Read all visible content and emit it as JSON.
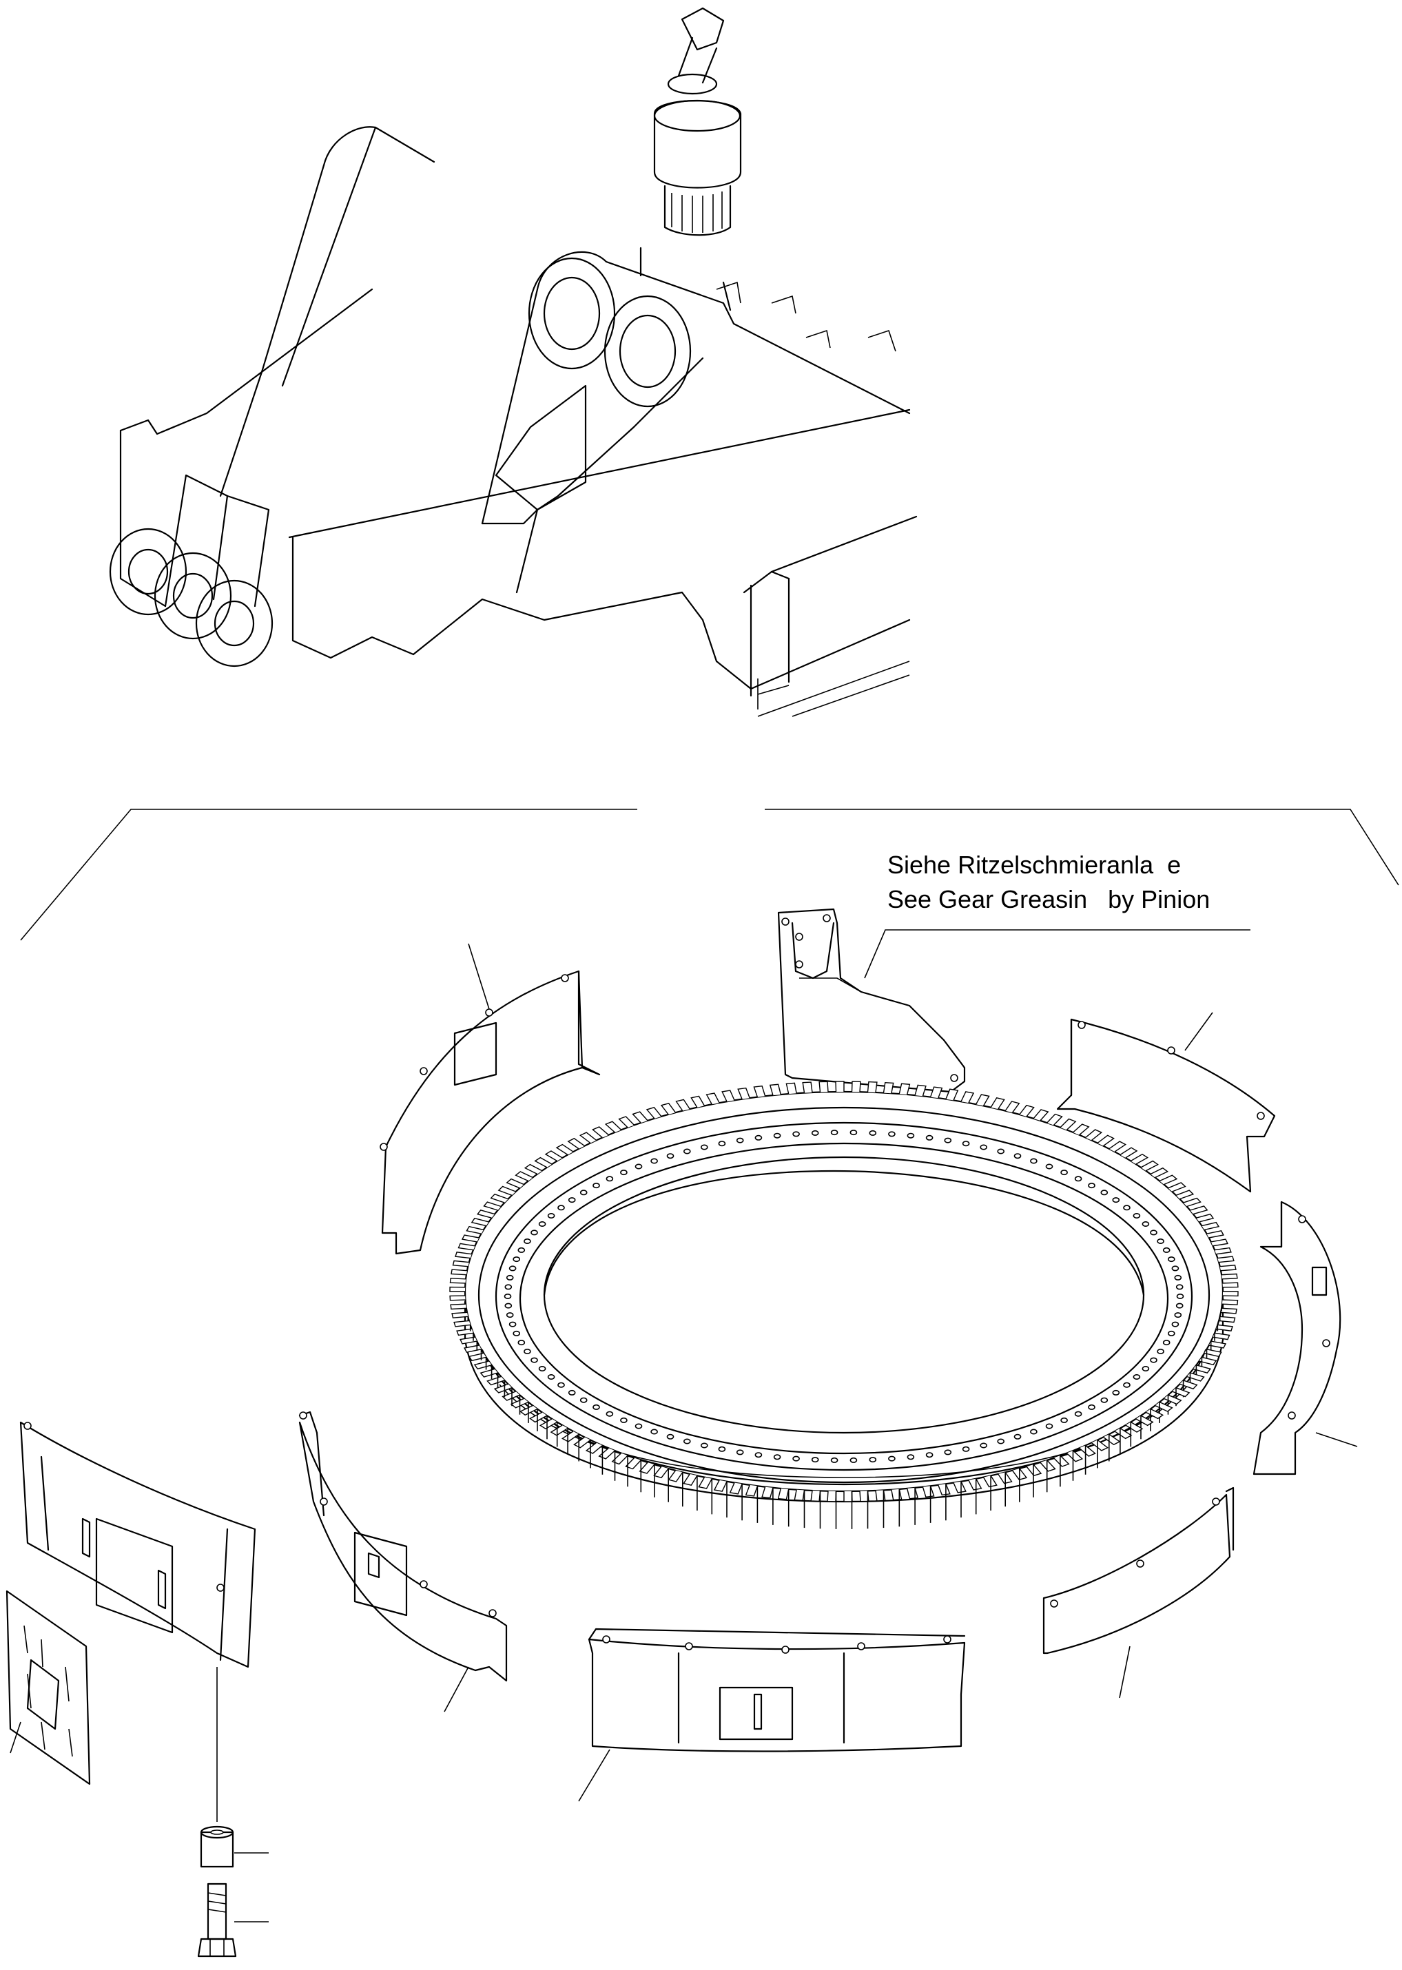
{
  "note": {
    "line1": "Siehe Ritzelschmieranla  e",
    "line2": "See Gear Greasin   by Pinion"
  },
  "parts": [
    {
      "name": "swing-motor-pinion",
      "kind": "exploded-view-part"
    },
    {
      "name": "upper-frame",
      "kind": "exploded-view-part"
    },
    {
      "name": "swing-ring-gear",
      "kind": "exploded-view-part"
    },
    {
      "name": "gear-cover-segments",
      "kind": "exploded-view-part"
    },
    {
      "name": "pinion-grease-bracket",
      "kind": "exploded-view-part"
    },
    {
      "name": "access-cover-plate",
      "kind": "exploded-view-part"
    },
    {
      "name": "spacer-sleeve",
      "kind": "exploded-view-part"
    },
    {
      "name": "bolt",
      "kind": "exploded-view-part"
    }
  ]
}
